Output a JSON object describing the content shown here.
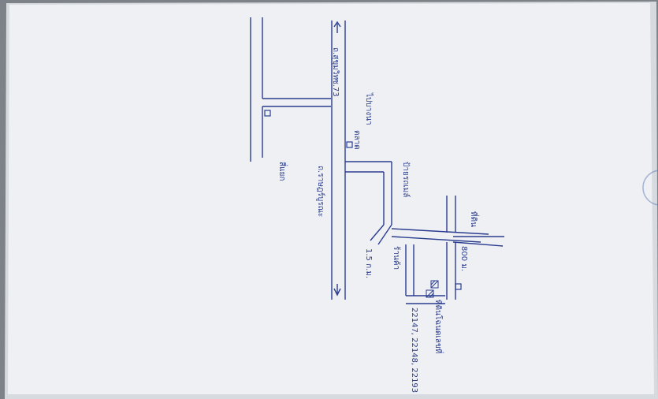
{
  "colors": {
    "paper": "#eef0f3",
    "paper_shadow": "#d7dade",
    "ink": "#2b3d8f",
    "background": "#7d8288",
    "seal": "#5b79b8"
  },
  "labels": {
    "road_top": "ถ.สุขุมวิท",
    "road_bottom": "ถ.ราษฎร์บูรณะ",
    "soi_number": "ซ.73",
    "bangna": "ไปบางนา",
    "market": "ตลาด",
    "cross": "สี่แยก",
    "km": "1.5 ก.ม.",
    "sign1": "ป้ายรถเมล์",
    "sign2": "ร้านค้า",
    "distance": "800 ม.",
    "land": "ที่ดิน",
    "plot_numbers": "22147, 22148, 22193",
    "note": "ที่ดินโฉนดเลขที่"
  },
  "icons": {
    "north_arrow": "arrow-icon",
    "building": "square-icon",
    "plot_marker": "hatched-square-icon"
  }
}
